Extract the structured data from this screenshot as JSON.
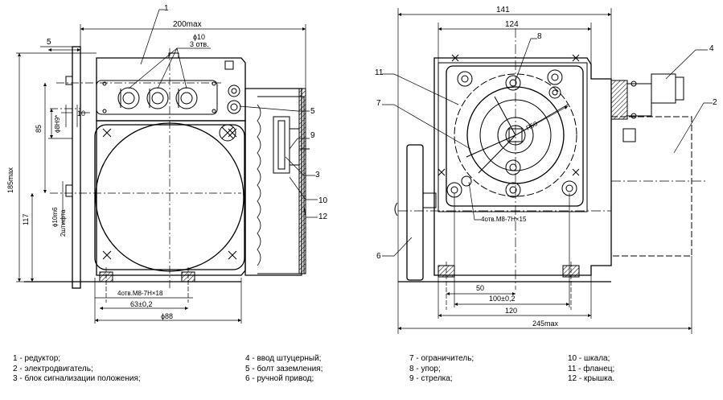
{
  "left_view": {
    "dims": {
      "top_width": "200max",
      "hole_dia": "ϕ10",
      "hole_count": "3 отв.",
      "offset_5": "5",
      "offset_10": "10",
      "bore": "ϕ8H9*",
      "height_85": "85",
      "height_185": "185max",
      "height_117": "117",
      "pins": "ϕ10m6",
      "pins_count": "2штифта",
      "thread_holes": "4отв.M8-7H×18",
      "span_63": "63±0,2",
      "dia_88": "ϕ88"
    },
    "callouts": [
      "1",
      "5",
      "9",
      "3",
      "10",
      "12"
    ]
  },
  "right_view": {
    "dims": {
      "width_141": "141",
      "width_124": "124",
      "radius_label": "R50",
      "thread_holes": "4отв.M8-7H×15",
      "dim_50": "50",
      "dim_100": "100±0,2",
      "dim_120": "120",
      "width_245": "245max"
    },
    "callouts": [
      "8",
      "4",
      "11",
      "7",
      "2",
      "6"
    ]
  },
  "legend": {
    "col1": [
      "1 - редуктор;",
      "2 - электродвигатель;",
      "3 - блок сигнализации положения;"
    ],
    "col2": [
      "4 - ввод штуцерный;",
      "5 - болт заземления;",
      "6 - ручной привод;"
    ],
    "col3": [
      "7 - ограничитель;",
      "8 - упор;",
      "9 - стрелка;"
    ],
    "col4": [
      "10 - шкала;",
      "11 - фланец;",
      "12 - крышка."
    ]
  }
}
